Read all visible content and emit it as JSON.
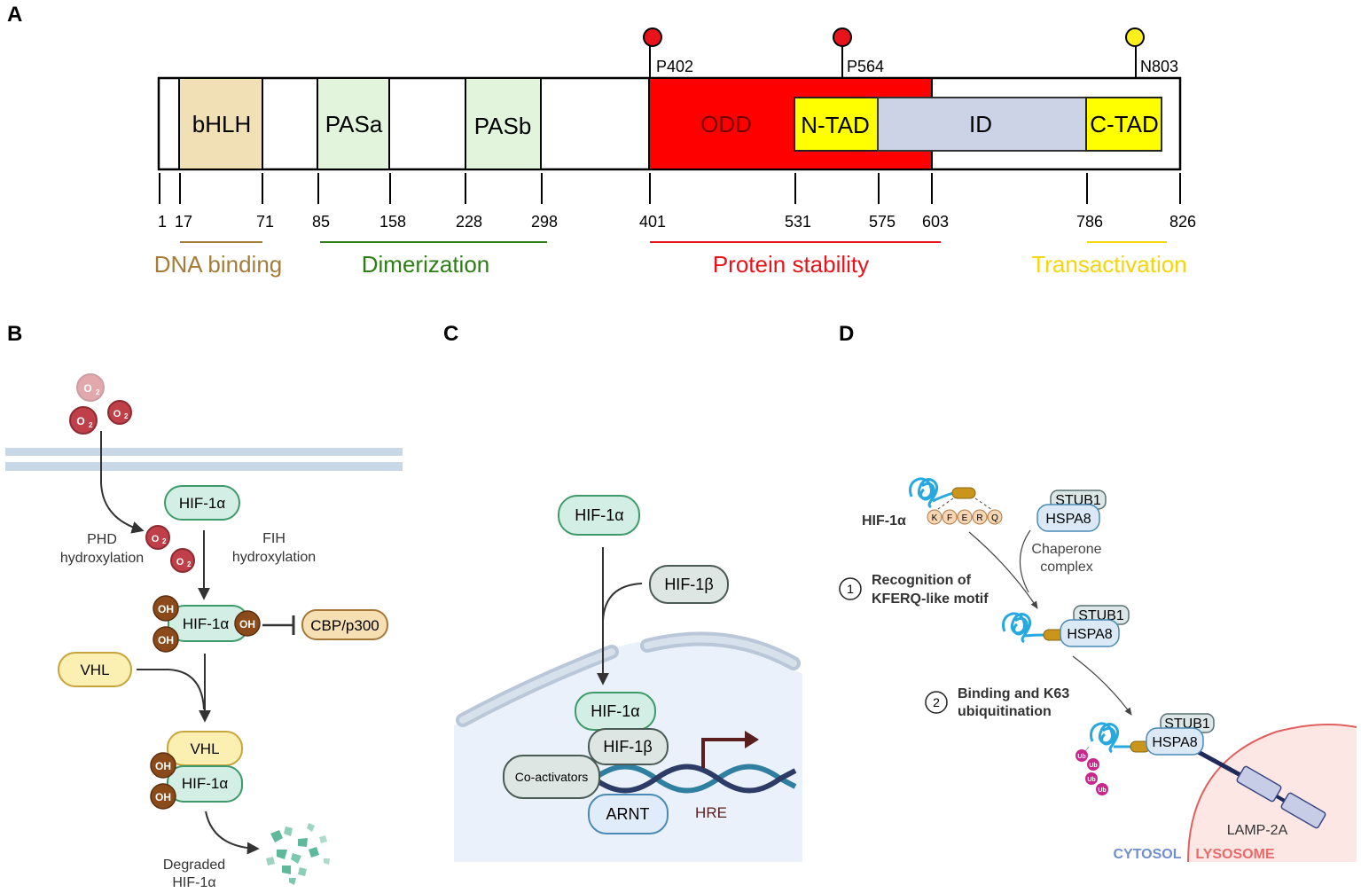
{
  "panels": {
    "a": "A",
    "b": "B",
    "c": "C",
    "d": "D"
  },
  "panel_a": {
    "domains": {
      "bhlh": "bHLH",
      "pasa": "PASa",
      "pasb": "PASb",
      "odd": "ODD",
      "ntad": "N-TAD",
      "id": "ID",
      "ctad": "C-TAD"
    },
    "sites": {
      "p402": "P402",
      "p564": "P564",
      "n803": "N803"
    },
    "ticks": [
      "1",
      "17",
      "71",
      "85",
      "158",
      "228",
      "298",
      "401",
      "531",
      "575",
      "603",
      "786",
      "826"
    ],
    "regions": {
      "dna_binding": "DNA binding",
      "dimerization": "Dimerization",
      "protein_stability": "Protein stability",
      "transactivation": "Transactivation"
    },
    "colors": {
      "bhlh": "#f1e0b5",
      "pas": "#e2f5dc",
      "odd": "#ff0000",
      "tad": "#ffff00",
      "id": "#ccd3e6",
      "dna_binding": "#a57c3a",
      "dimerization": "#2e7d17",
      "protein_stability": "#e8141b",
      "transactivation": "#f5d60a"
    }
  },
  "panel_b": {
    "o2": "O",
    "o2_sub": "2",
    "hif1a": "HIF-1α",
    "phd": [
      "PHD",
      "hydroxylation"
    ],
    "fih": [
      "FIH",
      "hydroxylation"
    ],
    "oh": "OH",
    "cbp": "CBP/p300",
    "vhl": "VHL",
    "degraded": [
      "Degraded",
      "HIF-1α"
    ]
  },
  "panel_c": {
    "hif1a": "HIF-1α",
    "hif1b": "HIF-1β",
    "coactivators": "Co-activators",
    "arnt": "ARNT",
    "hre": "HRE"
  },
  "panel_d": {
    "hif1a": "HIF-1α",
    "motif": [
      "K",
      "F",
      "E",
      "R",
      "Q"
    ],
    "stub1": "STUB1",
    "hspa8": "HSPA8",
    "chaperone": [
      "Chaperone",
      "complex"
    ],
    "step1_num": "1",
    "step1": [
      "Recognition of",
      "KFERQ-like motif"
    ],
    "step2_num": "2",
    "step2": [
      "Binding and K63",
      "ubiquitination"
    ],
    "ub": "Ub",
    "lamp": "LAMP-2A",
    "cytosol": "CYTOSOL",
    "lysosome": "LYSOSOME"
  }
}
